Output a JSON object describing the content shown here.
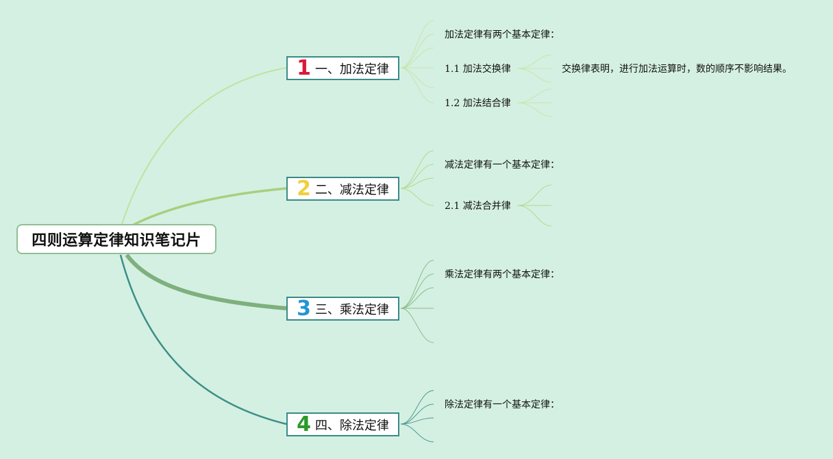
{
  "root": {
    "title": "四则运算定律知识笔记片"
  },
  "branches": [
    {
      "number": "1",
      "number_color": "#d81b3a",
      "label": "一、加法定律",
      "line_color": "#bfe3a0",
      "children": [
        {
          "text": "加法定律有两个基本定律：",
          "children": []
        },
        {
          "text": "1.1 加法交换律",
          "children": [
            {
              "text": "交换律表明，进行加法运算时，数的顺序不影响结果。"
            }
          ]
        },
        {
          "text": "1.2 加法结合律",
          "children": []
        }
      ]
    },
    {
      "number": "2",
      "number_color": "#f1cf3c",
      "label": "二、减法定律",
      "line_color": "#a8cf7e",
      "children": [
        {
          "text": "减法定律有一个基本定律：",
          "children": []
        },
        {
          "text": "2.1 减法合并律",
          "children": []
        }
      ]
    },
    {
      "number": "3",
      "number_color": "#2296d3",
      "label": "三、乘法定律",
      "line_color": "#7eb07e",
      "children": [
        {
          "text": "乘法定律有两个基本定律：",
          "children": []
        }
      ]
    },
    {
      "number": "4",
      "number_color": "#2a9a2a",
      "label": "四、除法定律",
      "line_color": "#3c8e86",
      "children": [
        {
          "text": "除法定律有一个基本定律：",
          "children": []
        }
      ]
    }
  ]
}
